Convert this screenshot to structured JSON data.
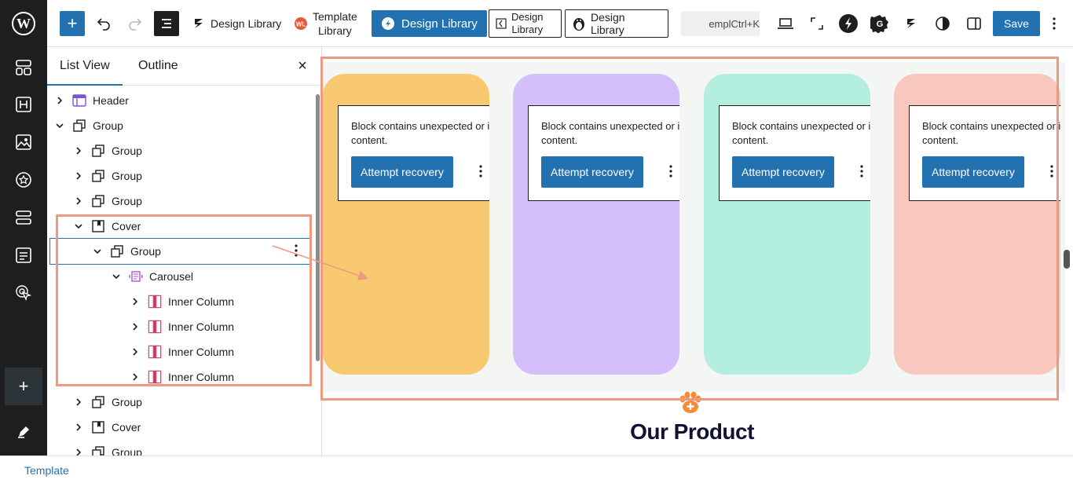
{
  "toolbar": {
    "add_label": "+",
    "sources": [
      {
        "label": "Design Library",
        "icon": "stackable-icon"
      },
      {
        "label_line1": "Template",
        "label_line2": "Library",
        "icon": "wl-icon"
      },
      {
        "label": "Design Library",
        "icon": "spectra-icon",
        "style": "primary"
      },
      {
        "label_line1": "Design",
        "label_line2": "Library",
        "icon": "kadence-icon",
        "style": "outline"
      },
      {
        "label": "Design Library",
        "icon": "penguin-icon",
        "style": "outline"
      }
    ],
    "command_text": "emplCtrl+K",
    "save_label": "Save"
  },
  "listview": {
    "tabs": [
      "List View",
      "Outline"
    ],
    "close_label": "×",
    "rows": [
      {
        "label": "Header",
        "icon": "template-part-icon",
        "chevron": "right",
        "depth": 0
      },
      {
        "label": "Group",
        "icon": "group-icon",
        "chevron": "down",
        "depth": 0
      },
      {
        "label": "Group",
        "icon": "group-icon",
        "chevron": "right",
        "depth": 1
      },
      {
        "label": "Group",
        "icon": "group-icon",
        "chevron": "right",
        "depth": 1
      },
      {
        "label": "Group",
        "icon": "group-icon",
        "chevron": "right",
        "depth": 1
      },
      {
        "label": "Cover",
        "icon": "cover-icon",
        "chevron": "down",
        "depth": 1
      },
      {
        "label": "Group",
        "icon": "group-icon",
        "chevron": "down",
        "depth": 2,
        "selected": true
      },
      {
        "label": "Carousel",
        "icon": "carousel-icon",
        "chevron": "down",
        "depth": 3
      },
      {
        "label": "Inner Column",
        "icon": "inner-column-icon",
        "chevron": "right",
        "depth": 4
      },
      {
        "label": "Inner Column",
        "icon": "inner-column-icon",
        "chevron": "right",
        "depth": 4
      },
      {
        "label": "Inner Column",
        "icon": "inner-column-icon",
        "chevron": "right",
        "depth": 4
      },
      {
        "label": "Inner Column",
        "icon": "inner-column-icon",
        "chevron": "right",
        "depth": 4
      },
      {
        "label": "Group",
        "icon": "group-icon",
        "chevron": "right",
        "depth": 1
      },
      {
        "label": "Cover",
        "icon": "cover-icon",
        "chevron": "right",
        "depth": 1
      },
      {
        "label": "Group",
        "icon": "group-icon",
        "chevron": "right",
        "depth": 1
      }
    ]
  },
  "canvas": {
    "cards": [
      {
        "color": "#f9c971"
      },
      {
        "color": "#d5bffb"
      },
      {
        "color": "#b4eedf"
      },
      {
        "color": "#f7c7c0"
      }
    ],
    "warning": {
      "message": "Block contains unexpected or invalid content.",
      "button": "Attempt recovery"
    },
    "section_title": "Our Product"
  },
  "footer": {
    "breadcrumb": "Template"
  },
  "colors": {
    "accent": "#2271b1",
    "highlight": "#ee9a80",
    "admin_bar": "#1e1e1e"
  }
}
